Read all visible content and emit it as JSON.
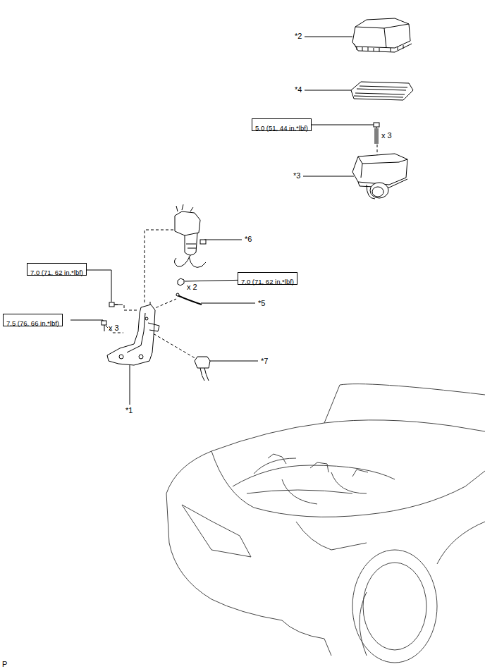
{
  "diagram": {
    "nodes": [
      {
        "text": [
          "5.0 (51, 44 in.*lbf)"
        ]
      },
      {
        "text": [
          "7.0 (71, 62 in.*lbf)"
        ]
      },
      {
        "text": [
          "7.0 (71, 62 in.*lbf)"
        ]
      },
      {
        "text": [
          "7.5 (76, 66 in.*lbf)"
        ]
      }
    ],
    "edges": [],
    "labels": [
      "*2",
      "*4",
      "x 3",
      "*3",
      "*6",
      "x 2",
      "*5",
      "x 3",
      "*7",
      "*1",
      "P"
    ]
  }
}
